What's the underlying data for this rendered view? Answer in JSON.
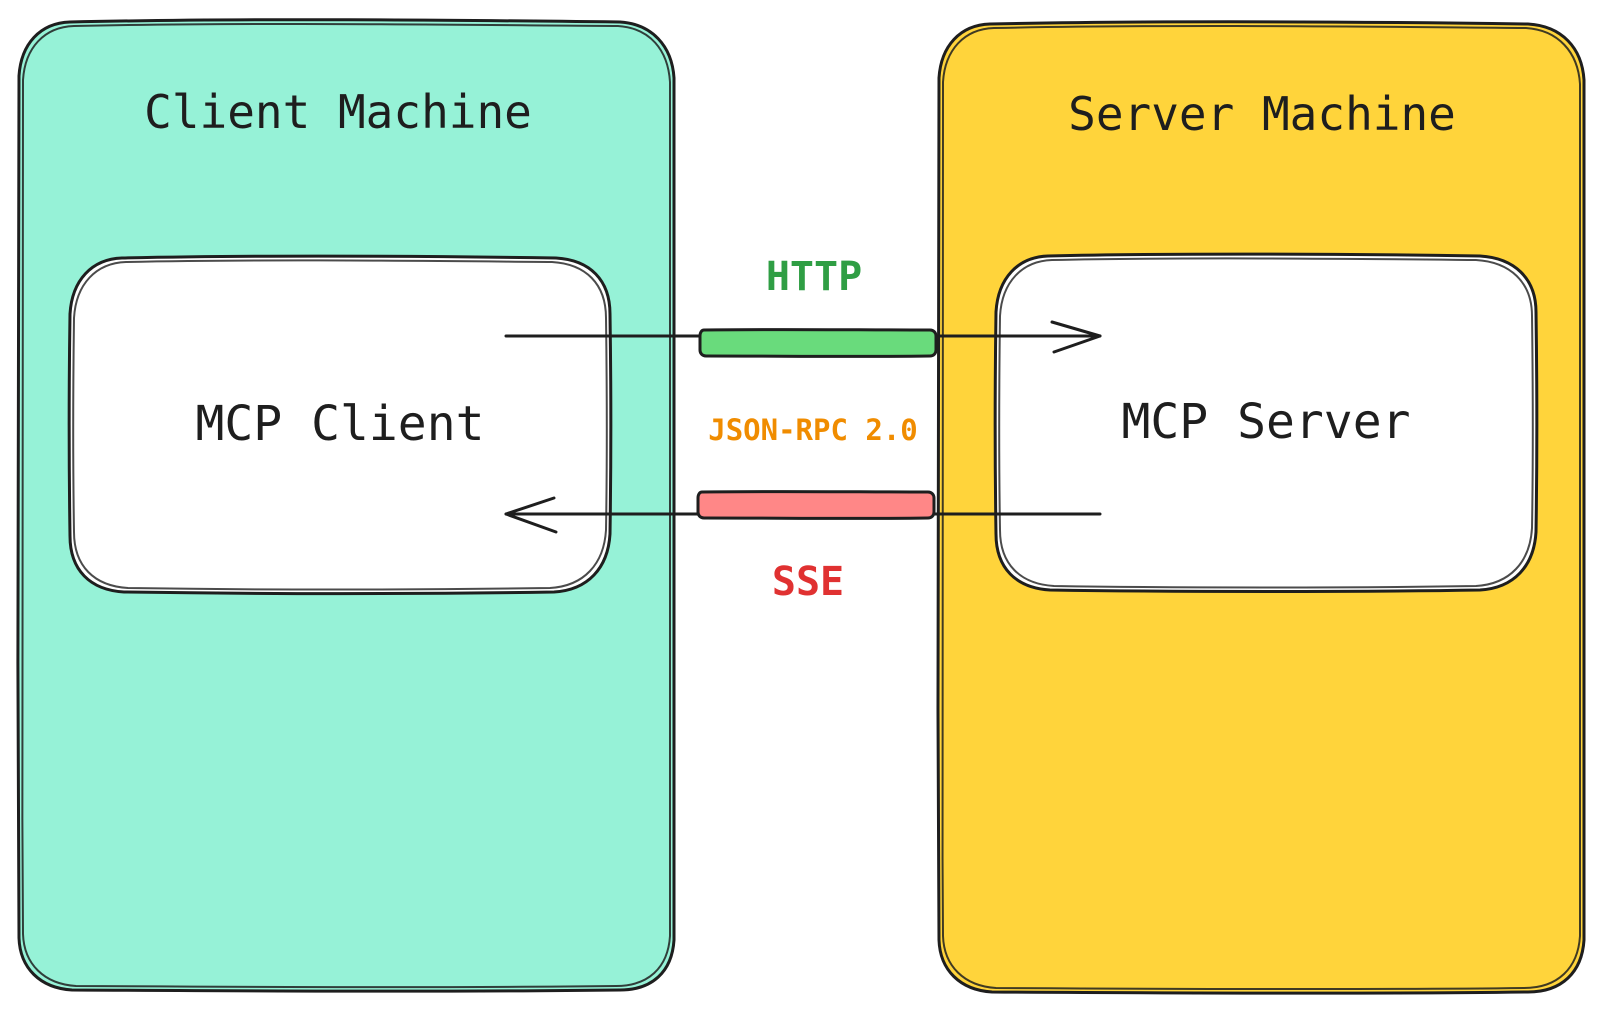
{
  "client_machine": {
    "title": "Client Machine",
    "fill": "#96f2d7"
  },
  "server_machine": {
    "title": "Server Machine",
    "fill": "#ffd43b"
  },
  "mcp_client": {
    "label": "MCP Client"
  },
  "mcp_server": {
    "label": "MCP Server"
  },
  "request_channel": {
    "label": "HTTP",
    "color": "#2f9e44",
    "bar_fill": "#69db7c"
  },
  "protocol": {
    "label": "JSON-RPC 2.0",
    "color": "#f08c00"
  },
  "response_channel": {
    "label": "SSE",
    "color": "#e03131",
    "bar_fill": "#ff8787"
  },
  "stroke_color": "#1e1e1e"
}
